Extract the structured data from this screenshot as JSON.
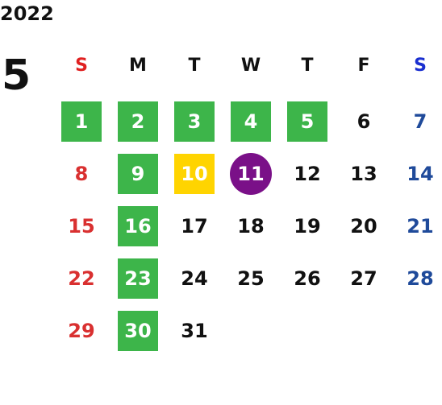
{
  "year": "2022",
  "month": "5",
  "weekdays": [
    "S",
    "M",
    "T",
    "W",
    "T",
    "F",
    "S"
  ],
  "colors": {
    "holiday_green": "#3db54a",
    "highlight_yellow": "#ffd400",
    "today_purple": "#7a1088",
    "sunday_red": "#d93030",
    "saturday_blue": "#1f4a9a",
    "weekday_header_sunday": "#e02020",
    "weekday_header_saturday": "#1a2fd0"
  },
  "weeks": [
    [
      {
        "day": "1",
        "style": "green"
      },
      {
        "day": "2",
        "style": "green"
      },
      {
        "day": "3",
        "style": "green"
      },
      {
        "day": "4",
        "style": "green"
      },
      {
        "day": "5",
        "style": "green"
      },
      {
        "day": "6",
        "style": ""
      },
      {
        "day": "7",
        "style": ""
      }
    ],
    [
      {
        "day": "8",
        "style": ""
      },
      {
        "day": "9",
        "style": "green"
      },
      {
        "day": "10",
        "style": "yellow"
      },
      {
        "day": "11",
        "style": "purple"
      },
      {
        "day": "12",
        "style": ""
      },
      {
        "day": "13",
        "style": ""
      },
      {
        "day": "14",
        "style": ""
      }
    ],
    [
      {
        "day": "15",
        "style": ""
      },
      {
        "day": "16",
        "style": "green"
      },
      {
        "day": "17",
        "style": ""
      },
      {
        "day": "18",
        "style": ""
      },
      {
        "day": "19",
        "style": ""
      },
      {
        "day": "20",
        "style": ""
      },
      {
        "day": "21",
        "style": ""
      }
    ],
    [
      {
        "day": "22",
        "style": ""
      },
      {
        "day": "23",
        "style": "green"
      },
      {
        "day": "24",
        "style": ""
      },
      {
        "day": "25",
        "style": ""
      },
      {
        "day": "26",
        "style": ""
      },
      {
        "day": "27",
        "style": ""
      },
      {
        "day": "28",
        "style": ""
      }
    ],
    [
      {
        "day": "29",
        "style": ""
      },
      {
        "day": "30",
        "style": "green"
      },
      {
        "day": "31",
        "style": ""
      },
      {
        "day": "",
        "style": ""
      },
      {
        "day": "",
        "style": ""
      },
      {
        "day": "",
        "style": ""
      },
      {
        "day": "",
        "style": ""
      }
    ]
  ]
}
